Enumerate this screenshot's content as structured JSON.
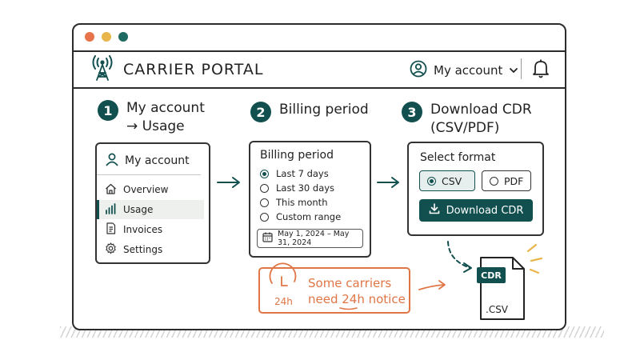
{
  "header": {
    "brand": "CARRIER PORTAL",
    "account_label": "My account",
    "icons": {
      "logo": "radio-tower-icon",
      "account": "user-circle-icon",
      "dropdown": "chevron-down-icon",
      "notifications": "bell-icon"
    }
  },
  "window_controls": {
    "colors": [
      "#e8734a",
      "#e8b64a",
      "#1f6b64"
    ]
  },
  "steps": [
    {
      "number": "1",
      "title_line1": "My account",
      "title_line2": "→ Usage"
    },
    {
      "number": "2",
      "title_line1": "Billing period"
    },
    {
      "number": "3",
      "title_line1": "Download CDR",
      "title_line2": "(CSV/PDF)"
    }
  ],
  "account_menu": {
    "header": "My account",
    "items": [
      {
        "label": "Overview",
        "icon": "home-icon",
        "active": false
      },
      {
        "label": "Usage",
        "icon": "bar-chart-icon",
        "active": true
      },
      {
        "label": "Invoices",
        "icon": "document-icon",
        "active": false
      },
      {
        "label": "Settings",
        "icon": "gear-icon",
        "active": false
      }
    ]
  },
  "billing": {
    "title": "Billing period",
    "options": [
      {
        "label": "Last 7 days",
        "selected": true
      },
      {
        "label": "Last 30 days",
        "selected": false
      },
      {
        "label": "This month",
        "selected": false
      },
      {
        "label": "Custom range",
        "selected": false
      }
    ],
    "date_range": "May 1, 2024 – May 31, 2024"
  },
  "format": {
    "title": "Select format",
    "options": [
      {
        "label": "CSV",
        "selected": true
      },
      {
        "label": "PDF",
        "selected": false
      }
    ],
    "download_label": "Download CDR"
  },
  "notice": {
    "clock_label": "24h",
    "line1": "Some carriers",
    "line2": "need 24h notice"
  },
  "file": {
    "label": "CDR",
    "extension": ".CSV"
  },
  "colors": {
    "accent": "#12504f",
    "warning": "#e07545",
    "outline": "#2b2b2b"
  }
}
